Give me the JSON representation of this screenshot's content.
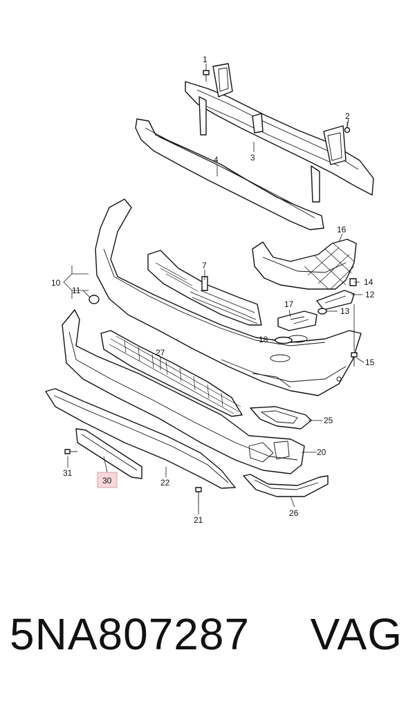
{
  "diagram": {
    "callouts": [
      "1",
      "2",
      "3",
      "4",
      "7",
      "10",
      "11",
      "12",
      "13",
      "14",
      "15",
      "16",
      "17",
      "18",
      "20",
      "21",
      "22",
      "25",
      "26",
      "27",
      "30",
      "31"
    ],
    "highlighted_callout": "30",
    "highlight_color": "#f6d6da"
  },
  "footer": {
    "part_number": "5NA807287",
    "brand": "VAG"
  }
}
